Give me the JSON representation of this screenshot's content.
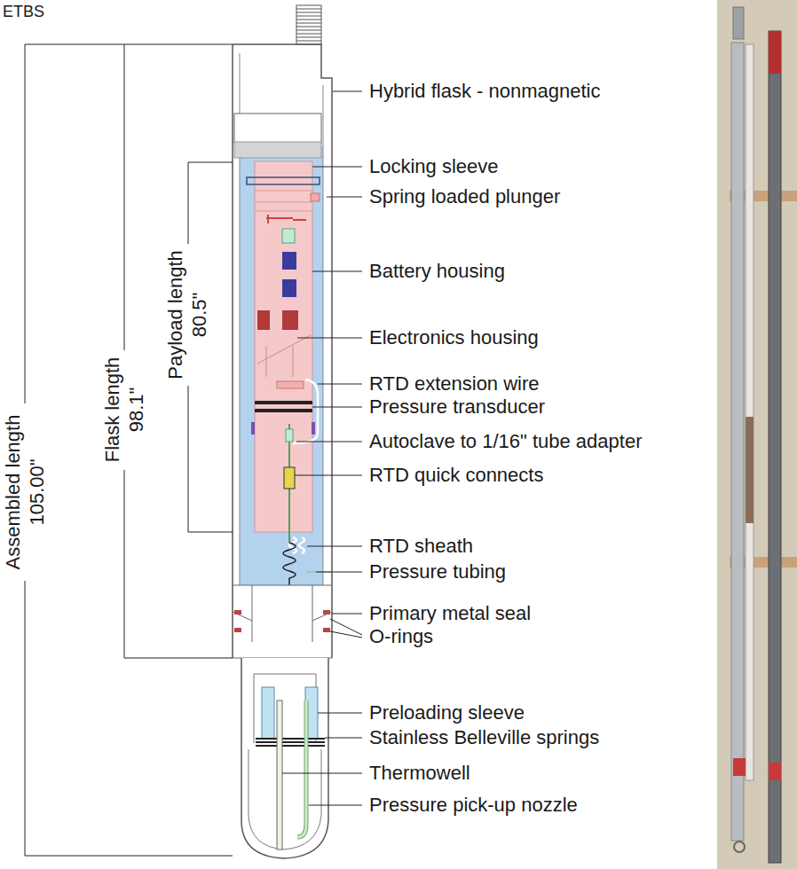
{
  "diagram": {
    "title": "ETBS",
    "labels": [
      "Hybrid flask - nonmagnetic",
      "Locking sleeve",
      "Spring loaded plunger",
      "Battery housing",
      "Electronics housing",
      "RTD extension wire",
      "Pressure transducer",
      "Autoclave to 1/16\" tube adapter",
      "RTD quick connects",
      "RTD sheath",
      "Pressure tubing",
      "Primary metal seal",
      "O-rings",
      "Preloading sleeve",
      "Stainless Belleville springs",
      "Thermowell",
      "Pressure pick-up nozzle",
      "Assembled length",
      "105.00\"",
      "Flask length",
      "98.1\"",
      "Payload length",
      "80.5\""
    ]
  }
}
